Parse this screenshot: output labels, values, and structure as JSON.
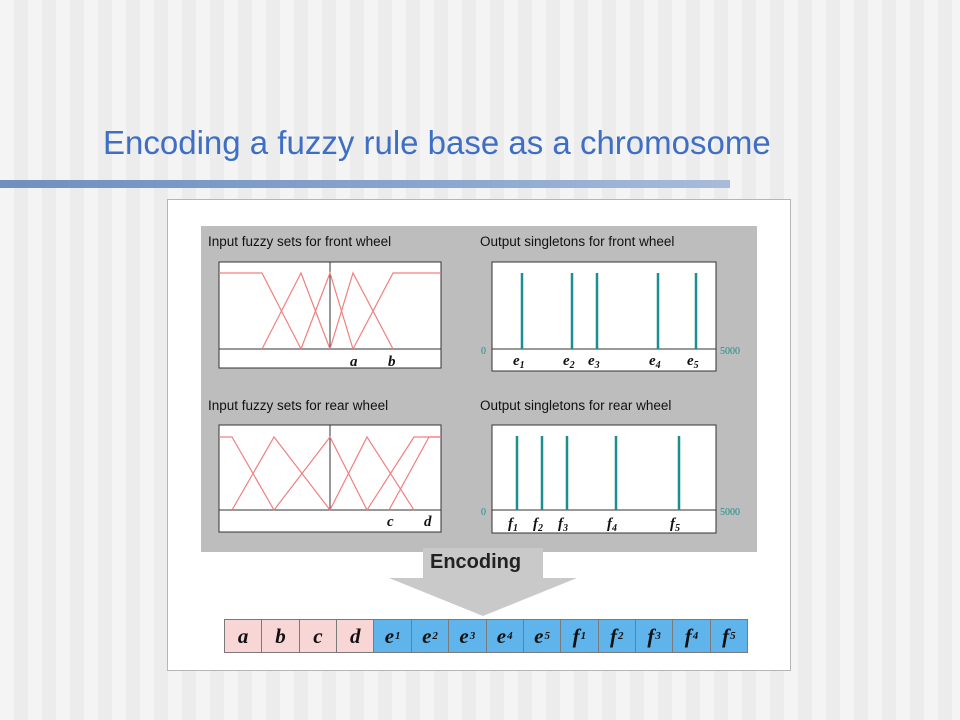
{
  "slide": {
    "title": "Encoding a fuzzy rule base as a chromosome"
  },
  "colors": {
    "title": "#3f6fc4",
    "panel_background": "#bdbdbd",
    "membership_line": "#f08080",
    "singleton_line": "#1a8f8f",
    "axis_label": "#1a8f8f",
    "gene_input": "#f9d6d6",
    "gene_output": "#5fb4ec"
  },
  "diagram": {
    "panels": {
      "front_input": {
        "title": "Input fuzzy sets for front wheel",
        "labels": [
          "a",
          "b"
        ]
      },
      "front_output": {
        "title": "Output singletons for front wheel",
        "axis_min": "0",
        "axis_max": "5000",
        "labels": [
          {
            "base": "e",
            "sub": "1"
          },
          {
            "base": "e",
            "sub": "2"
          },
          {
            "base": "e",
            "sub": "3"
          },
          {
            "base": "e",
            "sub": "4"
          },
          {
            "base": "e",
            "sub": "5"
          }
        ]
      },
      "rear_input": {
        "title": "Input fuzzy sets for rear wheel",
        "labels": [
          "c",
          "d"
        ]
      },
      "rear_output": {
        "title": "Output singletons for rear wheel",
        "axis_min": "0",
        "axis_max": "5000",
        "labels": [
          {
            "base": "f",
            "sub": "1"
          },
          {
            "base": "f",
            "sub": "2"
          },
          {
            "base": "f",
            "sub": "3"
          },
          {
            "base": "f",
            "sub": "4"
          },
          {
            "base": "f",
            "sub": "5"
          }
        ]
      }
    },
    "encoding_label": "Encoding",
    "chromosome": [
      {
        "base": "a",
        "sub": "",
        "group": "input"
      },
      {
        "base": "b",
        "sub": "",
        "group": "input"
      },
      {
        "base": "c",
        "sub": "",
        "group": "input"
      },
      {
        "base": "d",
        "sub": "",
        "group": "input"
      },
      {
        "base": "e",
        "sub": "1",
        "group": "output"
      },
      {
        "base": "e",
        "sub": "2",
        "group": "output"
      },
      {
        "base": "e",
        "sub": "3",
        "group": "output"
      },
      {
        "base": "e",
        "sub": "4",
        "group": "output"
      },
      {
        "base": "e",
        "sub": "5",
        "group": "output"
      },
      {
        "base": "f",
        "sub": "1",
        "group": "output"
      },
      {
        "base": "f",
        "sub": "2",
        "group": "output"
      },
      {
        "base": "f",
        "sub": "3",
        "group": "output"
      },
      {
        "base": "f",
        "sub": "4",
        "group": "output"
      },
      {
        "base": "f",
        "sub": "5",
        "group": "output"
      }
    ]
  }
}
